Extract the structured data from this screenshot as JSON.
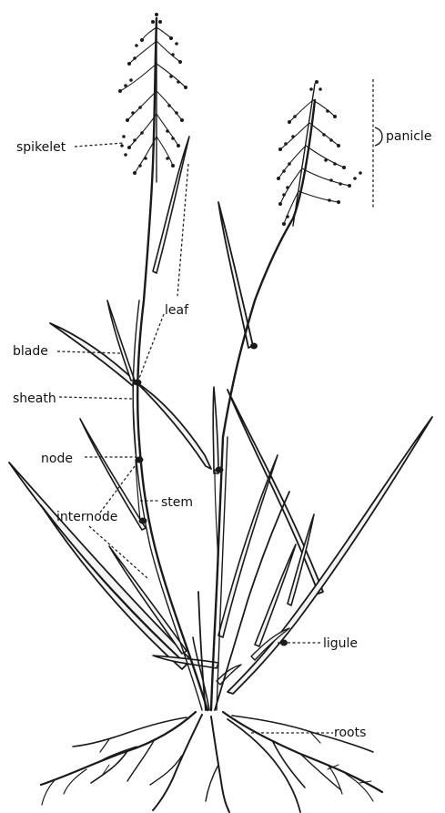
{
  "labels": {
    "spikelet": "spikelet",
    "panicle": "panicle",
    "leaf": "leaf",
    "blade": "blade",
    "sheath": "sheath",
    "node": "node",
    "internode": "internode",
    "stem": "stem",
    "ligule": "ligule",
    "roots": "roots"
  },
  "colors": {
    "ink": "#1a1a1a",
    "paper": "#ffffff"
  }
}
